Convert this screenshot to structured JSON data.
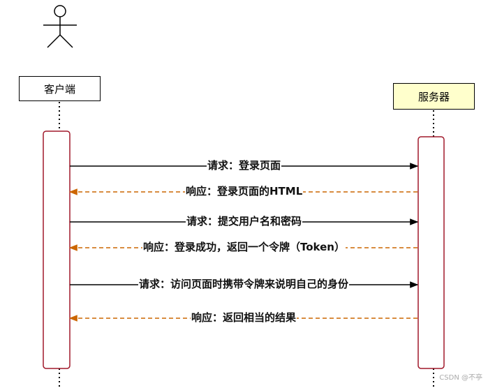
{
  "actors": {
    "client": "客户端",
    "server": "服务器"
  },
  "messages": [
    {
      "text": "请求：登录页面",
      "direction": "request",
      "style": "solid",
      "color": "#000000"
    },
    {
      "text": "响应：登录页面的HTML",
      "direction": "response",
      "style": "dashed",
      "color": "#cc6600"
    },
    {
      "text": "请求：提交用户名和密码",
      "direction": "request",
      "style": "solid",
      "color": "#000000"
    },
    {
      "text": "响应：登录成功，返回一个令牌（Token）",
      "direction": "response",
      "style": "dashed",
      "color": "#cc6600"
    },
    {
      "text": "请求：访问页面时携带令牌来说明自己的身份",
      "direction": "request",
      "style": "solid",
      "color": "#000000"
    },
    {
      "text": "响应：返回相当的结果",
      "direction": "response",
      "style": "dashed",
      "color": "#cc6600"
    }
  ],
  "colors": {
    "activation_border": "#a0182a",
    "server_fill": "#ffffcc",
    "response_arrow": "#cc6600",
    "request_arrow": "#000000"
  },
  "watermark": "CSDN @不亭"
}
